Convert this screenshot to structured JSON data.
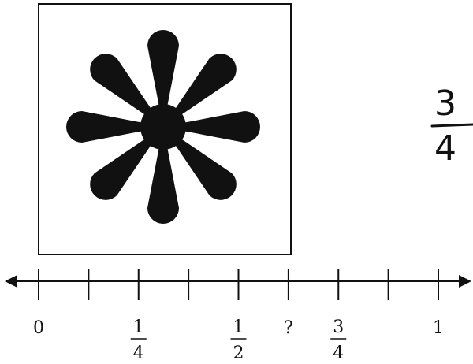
{
  "colors": {
    "ink": "#111111",
    "background": "#ffffff"
  },
  "picture": {
    "icon": "eight-petal-flower-icon",
    "petal_count": 8
  },
  "handwritten_fraction": {
    "numerator": "3",
    "denominator": "4"
  },
  "number_line": {
    "arrows": "both-ends",
    "tick_count": 9,
    "labels": [
      {
        "tick": 0,
        "kind": "whole",
        "text": "0"
      },
      {
        "tick": 2,
        "kind": "fraction",
        "numerator": "1",
        "denominator": "4"
      },
      {
        "tick": 4,
        "kind": "fraction",
        "numerator": "1",
        "denominator": "2"
      },
      {
        "tick": 5,
        "kind": "whole",
        "text": "?"
      },
      {
        "tick": 6,
        "kind": "fraction",
        "numerator": "3",
        "denominator": "4"
      },
      {
        "tick": 8,
        "kind": "whole",
        "text": "1"
      }
    ]
  }
}
